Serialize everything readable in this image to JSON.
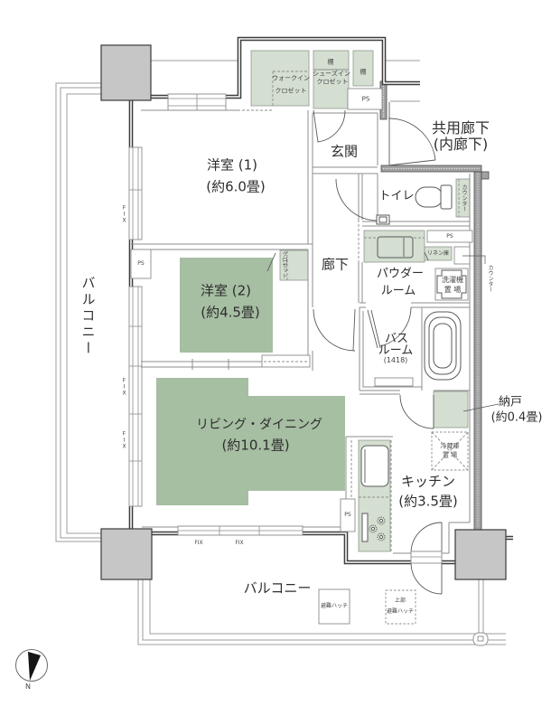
{
  "floor_plan": {
    "common_corridor": {
      "line1": "共用廊下",
      "line2": "(内廊下)"
    },
    "entrance": {
      "label": "玄関"
    },
    "hallway": {
      "label": "廊下"
    },
    "toilet": {
      "label": "トイレ",
      "counter": "カウンター"
    },
    "bedroom_1": {
      "label": "洋室 (1)",
      "size": "(約6.0畳)"
    },
    "bedroom_2": {
      "label": "洋室 (2)",
      "size": "(約4.5畳)",
      "closet": "クロゼット"
    },
    "walk_in_closet": {
      "line1": "ウォークイン",
      "line2": "クロゼット"
    },
    "shoes_in_closet": {
      "line1": "シューズイン",
      "line2": "クロゼット",
      "shelf": "棚"
    },
    "side_shelf": {
      "label": "棚"
    },
    "powder_room": {
      "line1": "パウダー",
      "line2": "ルーム",
      "linen": "リネン庫",
      "washer_line1": "洗濯機",
      "washer_line2": "置 場",
      "counter": "カウンター"
    },
    "bathroom": {
      "line1": "バス",
      "line2": "ルーム",
      "size": "(1418)"
    },
    "living_dining": {
      "label": "リビング・ダイニング",
      "size": "(約10.1畳)"
    },
    "kitchen": {
      "label": "キッチン",
      "size": "(約3.5畳)",
      "fridge_line1": "冷蔵庫",
      "fridge_line2": "置 場"
    },
    "storeroom": {
      "label": "納戸",
      "size": "(約0.4畳)"
    },
    "balcony_left": {
      "label": "バルコニー"
    },
    "balcony_bottom": {
      "label": "バルコニー",
      "hatch": "避難ハッチ",
      "upper_hatch_line1": "上部",
      "upper_hatch_line2": "避難ハッチ"
    },
    "pipe_space": {
      "label": "PS"
    },
    "fixed_window": {
      "label": "FIX"
    }
  },
  "compass": {
    "north_label": "N"
  },
  "colors": {
    "room_floor": "#a6bea2",
    "storage_floor": "#d4ded1",
    "column": "#c6c6c6",
    "hatched_wall": "#a2a2a2",
    "compass_needle": "#151515"
  }
}
